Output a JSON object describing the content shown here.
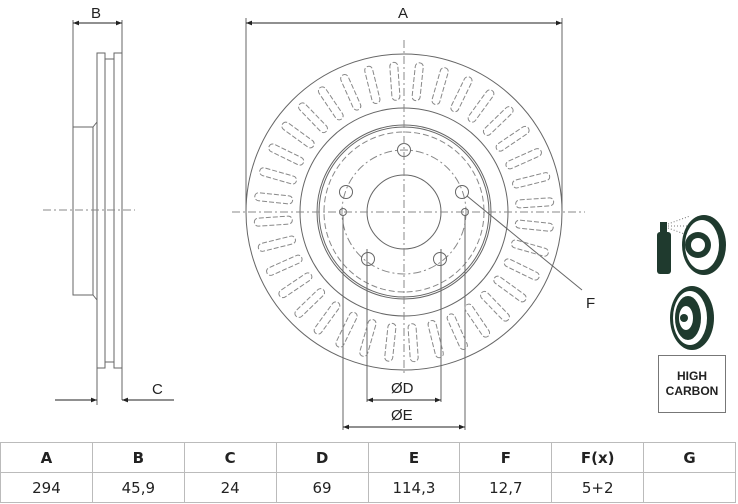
{
  "drawing": {
    "labels": {
      "A": "A",
      "B": "B",
      "C": "C",
      "F": "F",
      "D": "ØD",
      "E": "ØE"
    }
  },
  "icons": {
    "paint_disc": "coated-brake-disc-icon",
    "vented_disc": "vented-brake-disc-icon",
    "high_carbon": {
      "line1": "HIGH",
      "line2": "CARBON"
    }
  },
  "spec_table": {
    "headers": [
      "A",
      "B",
      "C",
      "D",
      "E",
      "F",
      "F(x)",
      "G"
    ],
    "values": [
      "294",
      "45,9",
      "24",
      "69",
      "114,3",
      "12,7",
      "5+2",
      ""
    ]
  },
  "colors": {
    "line": "#555555",
    "dark_icon": "#1f3a2e",
    "border": "#bbbbbb"
  }
}
